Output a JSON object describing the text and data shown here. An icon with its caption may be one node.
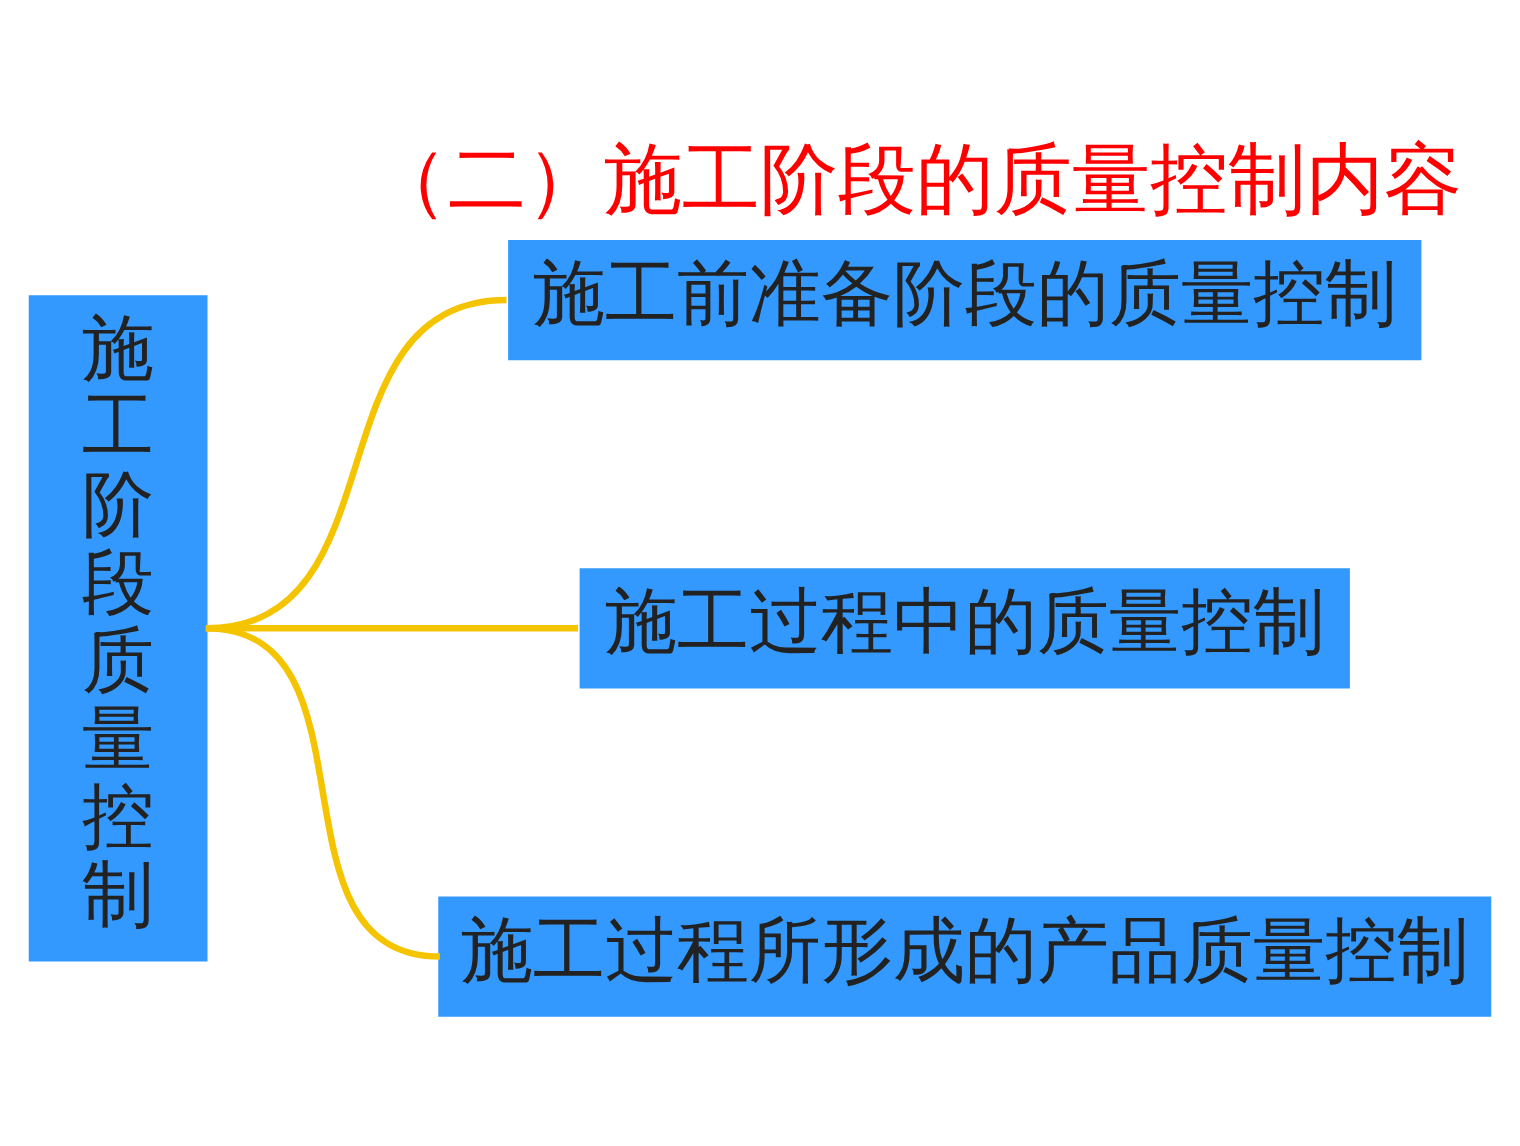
{
  "diagram": {
    "title": "（二）施工阶段的质量控制内容",
    "nodes": [
      {
        "text": [
          "施工阶段质量控制"
        ]
      },
      {
        "text": [
          "施工前准备阶段的质量控制"
        ]
      },
      {
        "text": [
          "施工过程中的质量控制"
        ]
      },
      {
        "text": [
          "施工过程所形成的产品质量控制"
        ]
      }
    ],
    "edges": [
      {
        "from": 0,
        "to": 1,
        "arrow": "none"
      },
      {
        "from": 0,
        "to": 2,
        "arrow": "none"
      },
      {
        "from": 0,
        "to": 3,
        "arrow": "none"
      }
    ]
  }
}
